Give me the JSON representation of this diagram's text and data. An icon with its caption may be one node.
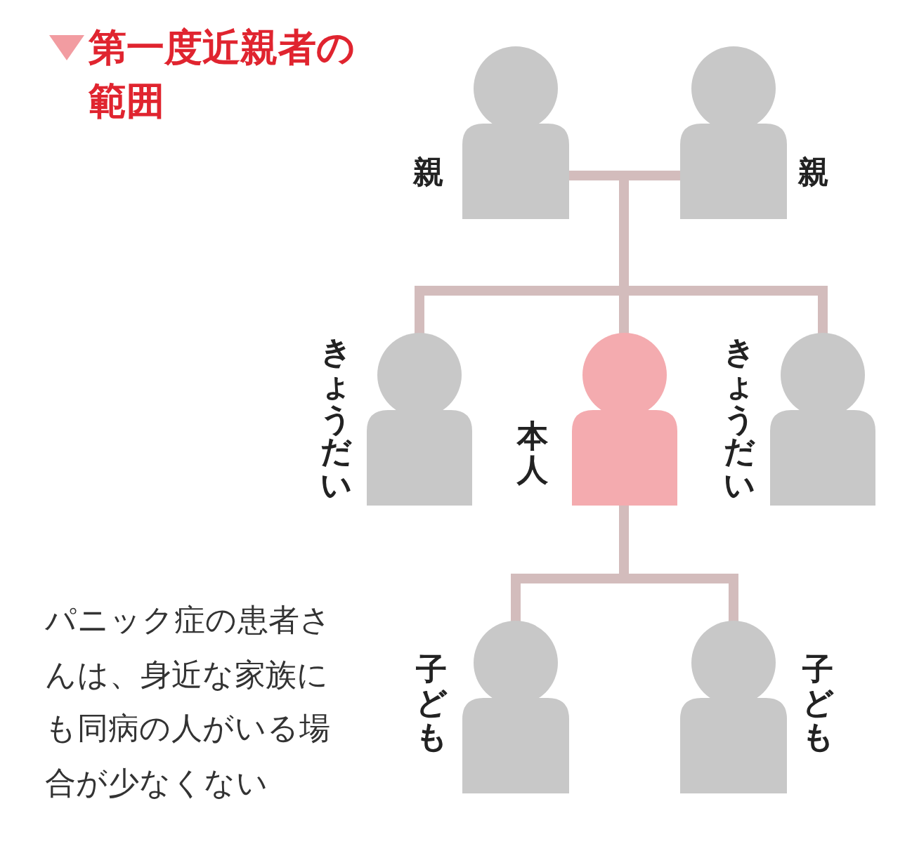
{
  "diagram": {
    "title": "第一度近親者の範囲",
    "nodes": [
      {
        "text": [],
        "shape": "person",
        "beside": [
          "親"
        ]
      },
      {
        "text": [],
        "shape": "person",
        "beside": [
          "親"
        ]
      },
      {
        "text": [],
        "shape": "person",
        "beside": [
          "きょうだい"
        ]
      },
      {
        "text": [],
        "shape": "person",
        "beside": [
          "本人"
        ]
      },
      {
        "text": [],
        "shape": "person",
        "beside": [
          "きょうだい"
        ]
      },
      {
        "text": [],
        "shape": "person",
        "beside": [
          "子ども"
        ]
      },
      {
        "text": [],
        "shape": "person",
        "beside": [
          "子ども"
        ]
      }
    ],
    "edges": [
      {
        "from": 0,
        "to": 2,
        "arrow": "none"
      },
      {
        "from": 0,
        "to": 3,
        "arrow": "none"
      },
      {
        "from": 0,
        "to": 4,
        "arrow": "none"
      },
      {
        "from": 1,
        "to": 2,
        "arrow": "none"
      },
      {
        "from": 1,
        "to": 3,
        "arrow": "none"
      },
      {
        "from": 1,
        "to": 4,
        "arrow": "none"
      },
      {
        "from": 3,
        "to": 5,
        "arrow": "none"
      },
      {
        "from": 3,
        "to": 6,
        "arrow": "none"
      }
    ],
    "labels": [
      "パニック症の患者さんは、身近な家族にも同病の人がいる場合が少なくない"
    ]
  }
}
